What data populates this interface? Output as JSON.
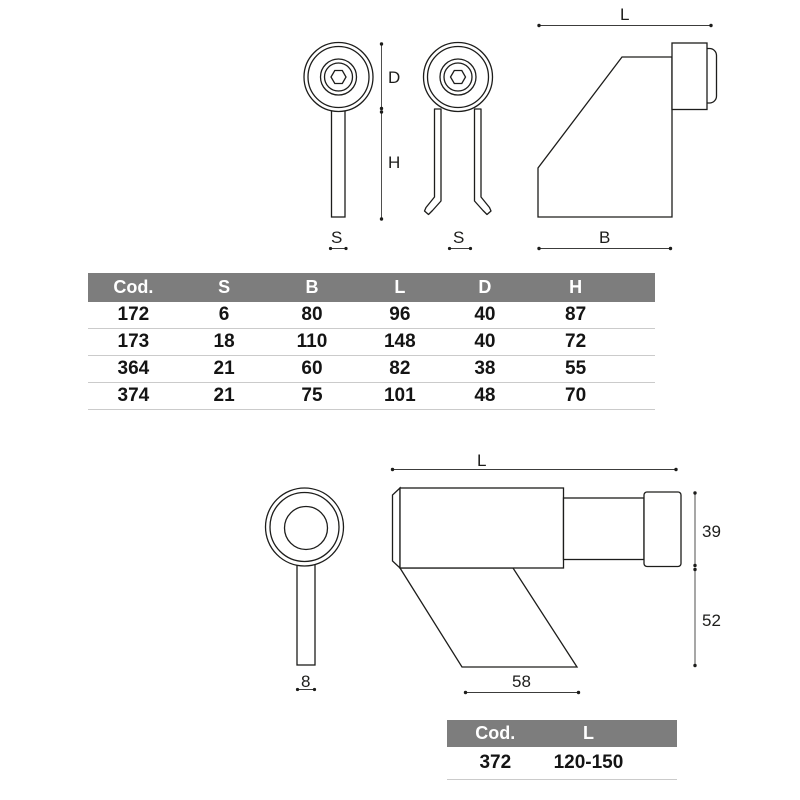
{
  "colors": {
    "outline": "#1d1d1b",
    "dimension_line": "#3c3c3b",
    "table_header_bg": "#7d7d7d",
    "table_header_text": "#ffffff",
    "row_divider": "#cbcbcb",
    "body_text": "#141414",
    "background": "#ffffff"
  },
  "drawings": {
    "front_single": {
      "dim_d": "D",
      "dim_h": "H",
      "dim_s": "S"
    },
    "front_double": {
      "dim_s": "S"
    },
    "side_top": {
      "dim_l": "L",
      "dim_b": "B"
    },
    "front_bottom": {
      "dim_s": "8"
    },
    "side_bottom": {
      "dim_l": "L",
      "dim_cap": "39",
      "dim_drop": "52",
      "dim_strap": "58"
    }
  },
  "main_table": {
    "headers": [
      "Cod.",
      "S",
      "B",
      "L",
      "D",
      "H"
    ],
    "rows": [
      [
        "172",
        "6",
        "80",
        "96",
        "40",
        "87"
      ],
      [
        "173",
        "18",
        "110",
        "148",
        "40",
        "72"
      ],
      [
        "364",
        "21",
        "60",
        "82",
        "38",
        "55"
      ],
      [
        "374",
        "21",
        "75",
        "101",
        "48",
        "70"
      ]
    ]
  },
  "small_table": {
    "headers": [
      "Cod.",
      "L"
    ],
    "rows": [
      [
        "372",
        "120-150"
      ]
    ]
  }
}
